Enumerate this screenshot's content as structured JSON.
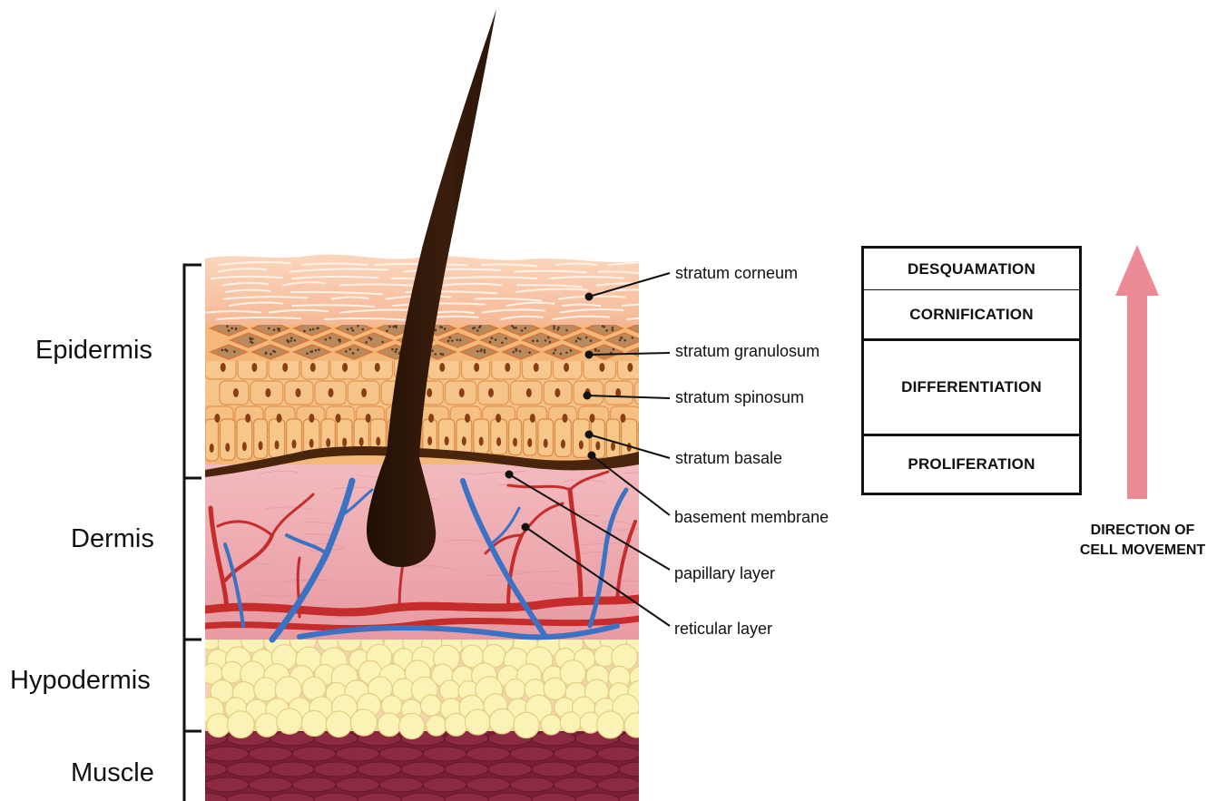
{
  "layers": {
    "epidermis": "Epidermis",
    "dermis": "Dermis",
    "hypodermis": "Hypodermis",
    "muscle": "Muscle"
  },
  "labels": {
    "stratum_corneum": "stratum corneum",
    "stratum_granulosum": "stratum granulosum",
    "stratum_spinosum": "stratum spinosum",
    "stratum_basale": "stratum basale",
    "basement_membrane": "basement membrane",
    "papillary_layer": "papillary layer",
    "reticular_layer": "reticular layer"
  },
  "phases": [
    "DESQUAMATION",
    "CORNIFICATION",
    "DIFFERENTIATION",
    "PROLIFERATION"
  ],
  "direction_caption": {
    "line1": "DIRECTION OF",
    "line2": "CELL MOVEMENT"
  },
  "colors": {
    "stratum_corneum": "#f9c4a6",
    "granulosum": "#d9904e",
    "spinosum": "#f8c489",
    "basale": "#4a250e",
    "dermis": "#eca7ac",
    "artery": "#c42d2b",
    "vein": "#3a72c4",
    "fat": "#fbf2b6",
    "muscle": "#7a1f34",
    "hair": "#2a1509",
    "arrow": "#ec8b95"
  }
}
